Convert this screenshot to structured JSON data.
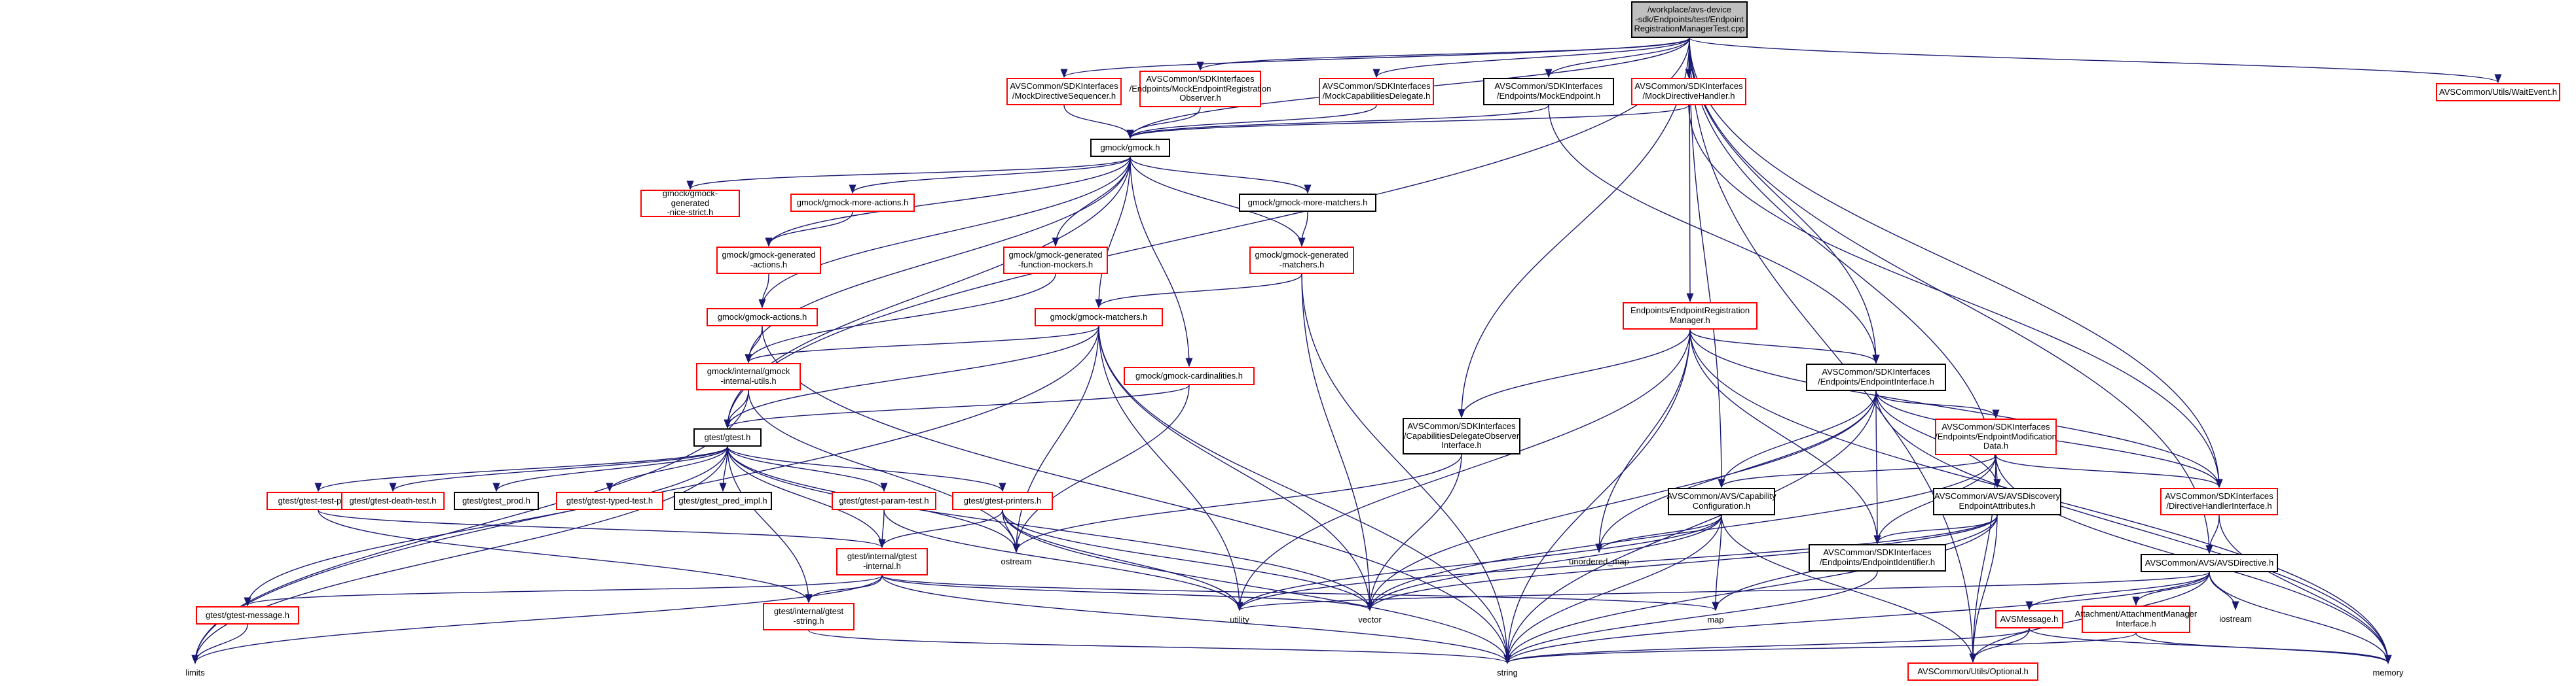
{
  "colors": {
    "edge": "#191970",
    "missing_border": "#ff0000",
    "root_fill": "#bfbfbf"
  },
  "nodes": {
    "root": "/workplace/avs-device\n-sdk/Endpoints/test/Endpoint\nRegistrationManagerTest.cpp",
    "mockSeq": "AVSCommon/SDKInterfaces\n/MockDirectiveSequencer.h",
    "mockEpReg": "AVSCommon/SDKInterfaces\n/Endpoints/MockEndpointRegistration\nObserver.h",
    "mockCapDel": "AVSCommon/SDKInterfaces\n/MockCapabilitiesDelegate.h",
    "mockEp": "AVSCommon/SDKInterfaces\n/Endpoints/MockEndpoint.h",
    "mockDirH": "AVSCommon/SDKInterfaces\n/MockDirectiveHandler.h",
    "waitEvent": "AVSCommon/Utils/WaitEvent.h",
    "gmock": "gmock/gmock.h",
    "niceStrict": "gmock/gmock-generated\n-nice-strict.h",
    "moreActions": "gmock/gmock-more-actions.h",
    "moreMatchers": "gmock/gmock-more-matchers.h",
    "genActions": "gmock/gmock-generated\n-actions.h",
    "genFuncMock": "gmock/gmock-generated\n-function-mockers.h",
    "genMatchers": "gmock/gmock-generated\n-matchers.h",
    "actions": "gmock/gmock-actions.h",
    "matchers": "gmock/gmock-matchers.h",
    "cardinalities": "gmock/gmock-cardinalities.h",
    "internalUtils": "gmock/internal/gmock\n-internal-utils.h",
    "gtest": "gtest/gtest.h",
    "testPart": "gtest/gtest-test-part.h",
    "deathTest": "gtest/gtest-death-test.h",
    "prod": "gtest/gtest_prod.h",
    "typedTest": "gtest/gtest-typed-test.h",
    "predImpl": "gtest/gtest_pred_impl.h",
    "paramTest": "gtest/gtest-param-test.h",
    "printers": "gtest/gtest-printers.h",
    "gtestInternal": "gtest/internal/gtest\n-internal.h",
    "gtestMessage": "gtest/gtest-message.h",
    "gtestString": "gtest/internal/gtest\n-string.h",
    "epRegMgr": "Endpoints/EndpointRegistration\nManager.h",
    "capDelObs": "AVSCommon/SDKInterfaces\n/CapabilitiesDelegateObserver\nInterface.h",
    "epInterface": "AVSCommon/SDKInterfaces\n/Endpoints/EndpointInterface.h",
    "epModData": "AVSCommon/SDKInterfaces\n/Endpoints/EndpointModification\nData.h",
    "capConfig": "AVSCommon/AVS/Capability\nConfiguration.h",
    "discAttr": "AVSCommon/AVS/AVSDiscovery\nEndpointAttributes.h",
    "dirHandler": "AVSCommon/SDKInterfaces\n/DirectiveHandlerInterface.h",
    "epIdentifier": "AVSCommon/SDKInterfaces\n/Endpoints/EndpointIdentifier.h",
    "avsDirective": "AVSCommon/AVS/AVSDirective.h",
    "avsMessage": "AVSMessage.h",
    "attachMgr": "Attachment/AttachmentManager\nInterface.h",
    "iostream": "iostream",
    "optional": "AVSCommon/Utils/Optional.h",
    "ostream": "ostream",
    "unorderedMap": "unordered_map",
    "map": "map",
    "utility": "utility",
    "vector": "vector",
    "limits": "limits",
    "string": "string",
    "memory": "memory"
  }
}
